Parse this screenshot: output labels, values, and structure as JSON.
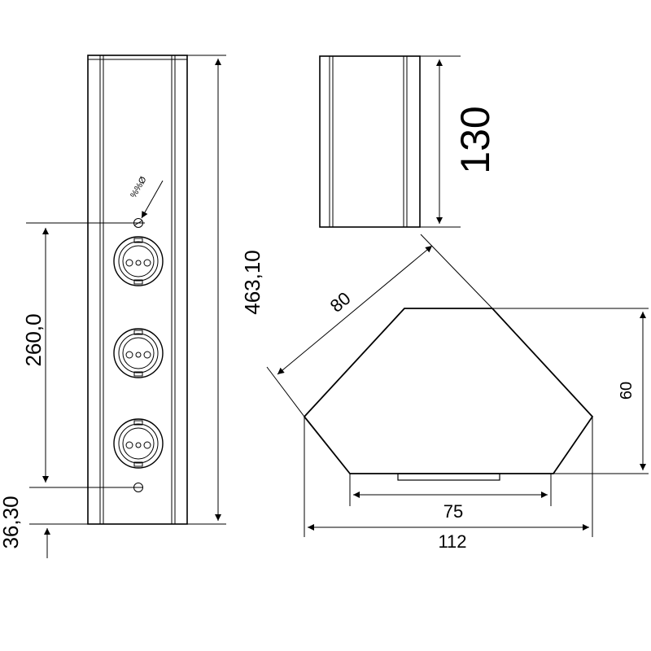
{
  "front_view": {
    "height_label": "463,10",
    "spacing_label": "260,0",
    "bottom_offset_label": "36,30",
    "note_label": "%%Ø",
    "socket_count": 3
  },
  "side_view": {
    "height_label": "130"
  },
  "top_view": {
    "diagonal_label": "80",
    "depth_label": "60",
    "inner_width_label": "75",
    "total_width_label": "112"
  },
  "colors": {
    "line": "#000000",
    "background": "#ffffff"
  }
}
